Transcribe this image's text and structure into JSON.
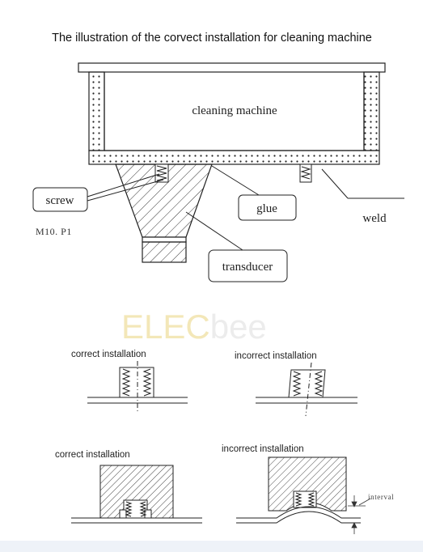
{
  "title": "The illustration of the corvect installation for cleaning machine",
  "main_diagram": {
    "tank_label": "cleaning machine",
    "screw_label": "screw",
    "glue_label": "glue",
    "weld_label": "weld",
    "transducer_label": "transducer",
    "screw_spec": "M10. P1"
  },
  "watermark": {
    "part1": "ELEC",
    "part2": "bee",
    "color1": "#f3e7b8",
    "color2": "#ececec"
  },
  "detail_top_left": {
    "label": "correct installation"
  },
  "detail_top_right": {
    "label": "incorrect installation"
  },
  "detail_bottom_left": {
    "label": "correct installation"
  },
  "detail_bottom_right": {
    "label": "incorrect installation",
    "interval_label": "interval"
  }
}
